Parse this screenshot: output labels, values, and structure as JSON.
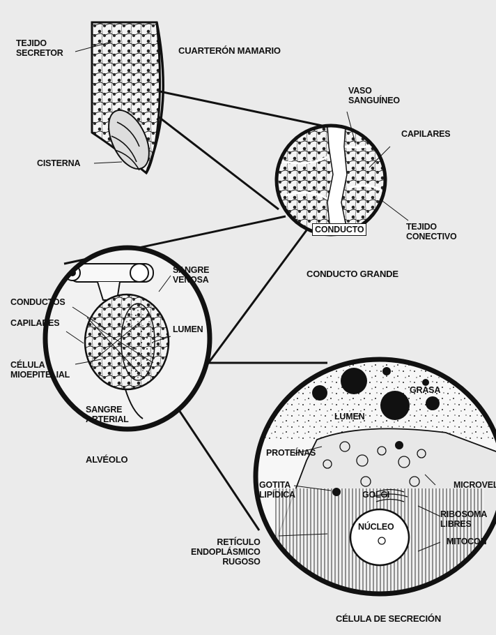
{
  "labels": {
    "tejido_secretor_1": "TEJIDO",
    "tejido_secretor_2": "SECRETOR",
    "cuarteron_mamario": "CUARTERÓN MAMARIO",
    "cisterna": "CISTERNA",
    "vaso_sanguineo_1": "VASO",
    "vaso_sanguineo_2": "SANGUÍNEO",
    "capilares_conducto": "CAPILARES",
    "conducto": "CONDUCTO",
    "tejido_conectivo_1": "TEJIDO",
    "tejido_conectivo_2": "CONECTIVO",
    "conducto_grande": "CONDUCTO GRANDE",
    "sangre_venosa_1": "SANGRE",
    "sangre_venosa_2": "VENOSA",
    "conductos": "CONDUCTOS",
    "capilares_alveolo": "CAPILARES",
    "lumen_alveolo": "LUMEN",
    "celula_mioepitelial_1": "CÉLULA",
    "celula_mioepitelial_2": "MIOEPITELIAL",
    "sangre_arterial_1": "SANGRE",
    "sangre_arterial_2": "ARTERIAL",
    "alveolo": "ALVÉOLO",
    "grasa": "GRASA",
    "lumen_celula": "LUMEN",
    "proteinas": "PROTEÍNAS",
    "gotita_lipidica_1": "GOTITA",
    "gotita_lipidica_2": "LIPÍDICA",
    "golgi": "GOLGI",
    "microvellosidades": "MICROVEL",
    "ribosomas_libres_1": "RIBOSOMA",
    "ribosomas_libres_2": "LIBRES",
    "nucleo": "NÚCLEO",
    "mitocondrias": "MITOCON",
    "reticulo_1": "RETÍCULO",
    "reticulo_2": "ENDOPLÁSMICO",
    "reticulo_3": "RUGOSO",
    "celula_de_secrecion": "CÉLULA DE SECRECIÓN"
  }
}
